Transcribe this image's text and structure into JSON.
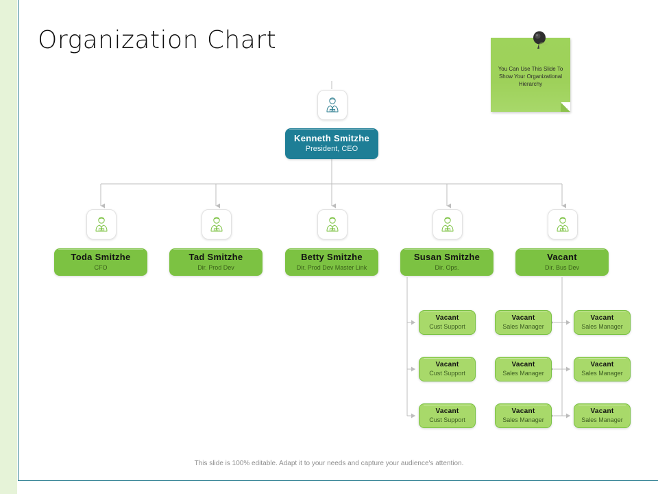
{
  "slide": {
    "title": "Organization Chart",
    "footer": "This slide is 100% editable. Adapt it to your needs and capture your audience's attention."
  },
  "colors": {
    "accent_teal": "#1e7e96",
    "accent_green": "#7cc242",
    "leaf_green": "#a8d96a",
    "note_green": "#9ed35b",
    "band_green": "#e6f3d8",
    "connector_gray": "#bdbdbd"
  },
  "sticky_note": {
    "text": "You Can Use This Slide To Show Your Organizational Hierarchy",
    "pin_icon": "push-pin-icon"
  },
  "chart_data": {
    "type": "diagram",
    "title": "Organization Chart",
    "root": {
      "name": "Kenneth Smitzhe",
      "role": "President, CEO",
      "icon": "person-avatar-icon",
      "color": "#1e7e96"
    },
    "level2": [
      {
        "name": "Toda Smitzhe",
        "role": "CFO",
        "icon": "person-avatar-icon",
        "color": "#7cc242"
      },
      {
        "name": "Tad Smitzhe",
        "role": "Dir. Prod Dev",
        "icon": "person-avatar-icon",
        "color": "#7cc242"
      },
      {
        "name": "Betty Smitzhe",
        "role": "Dir. Prod Dev Master Link",
        "icon": "person-avatar-icon",
        "color": "#7cc242"
      },
      {
        "name": "Susan Smitzhe",
        "role": "Dir. Ops.",
        "icon": "person-avatar-icon",
        "color": "#7cc242"
      },
      {
        "name": "Vacant",
        "role": "Dir. Bus Dev",
        "icon": "person-avatar-icon",
        "color": "#7cc242"
      }
    ],
    "level3": {
      "columns": [
        {
          "parent": "Susan Smitzhe",
          "items": [
            {
              "name": "Vacant",
              "role": "Cust Support"
            },
            {
              "name": "Vacant",
              "role": "Cust Support"
            },
            {
              "name": "Vacant",
              "role": "Cust Support"
            }
          ]
        },
        {
          "parent": "Vacant",
          "items": [
            {
              "name": "Vacant",
              "role": "Sales Manager"
            },
            {
              "name": "Vacant",
              "role": "Sales Manager"
            },
            {
              "name": "Vacant",
              "role": "Sales Manager"
            }
          ]
        },
        {
          "parent": "Vacant",
          "items": [
            {
              "name": "Vacant",
              "role": "Sales Manager"
            },
            {
              "name": "Vacant",
              "role": "Sales Manager"
            },
            {
              "name": "Vacant",
              "role": "Sales Manager"
            }
          ]
        }
      ]
    }
  }
}
